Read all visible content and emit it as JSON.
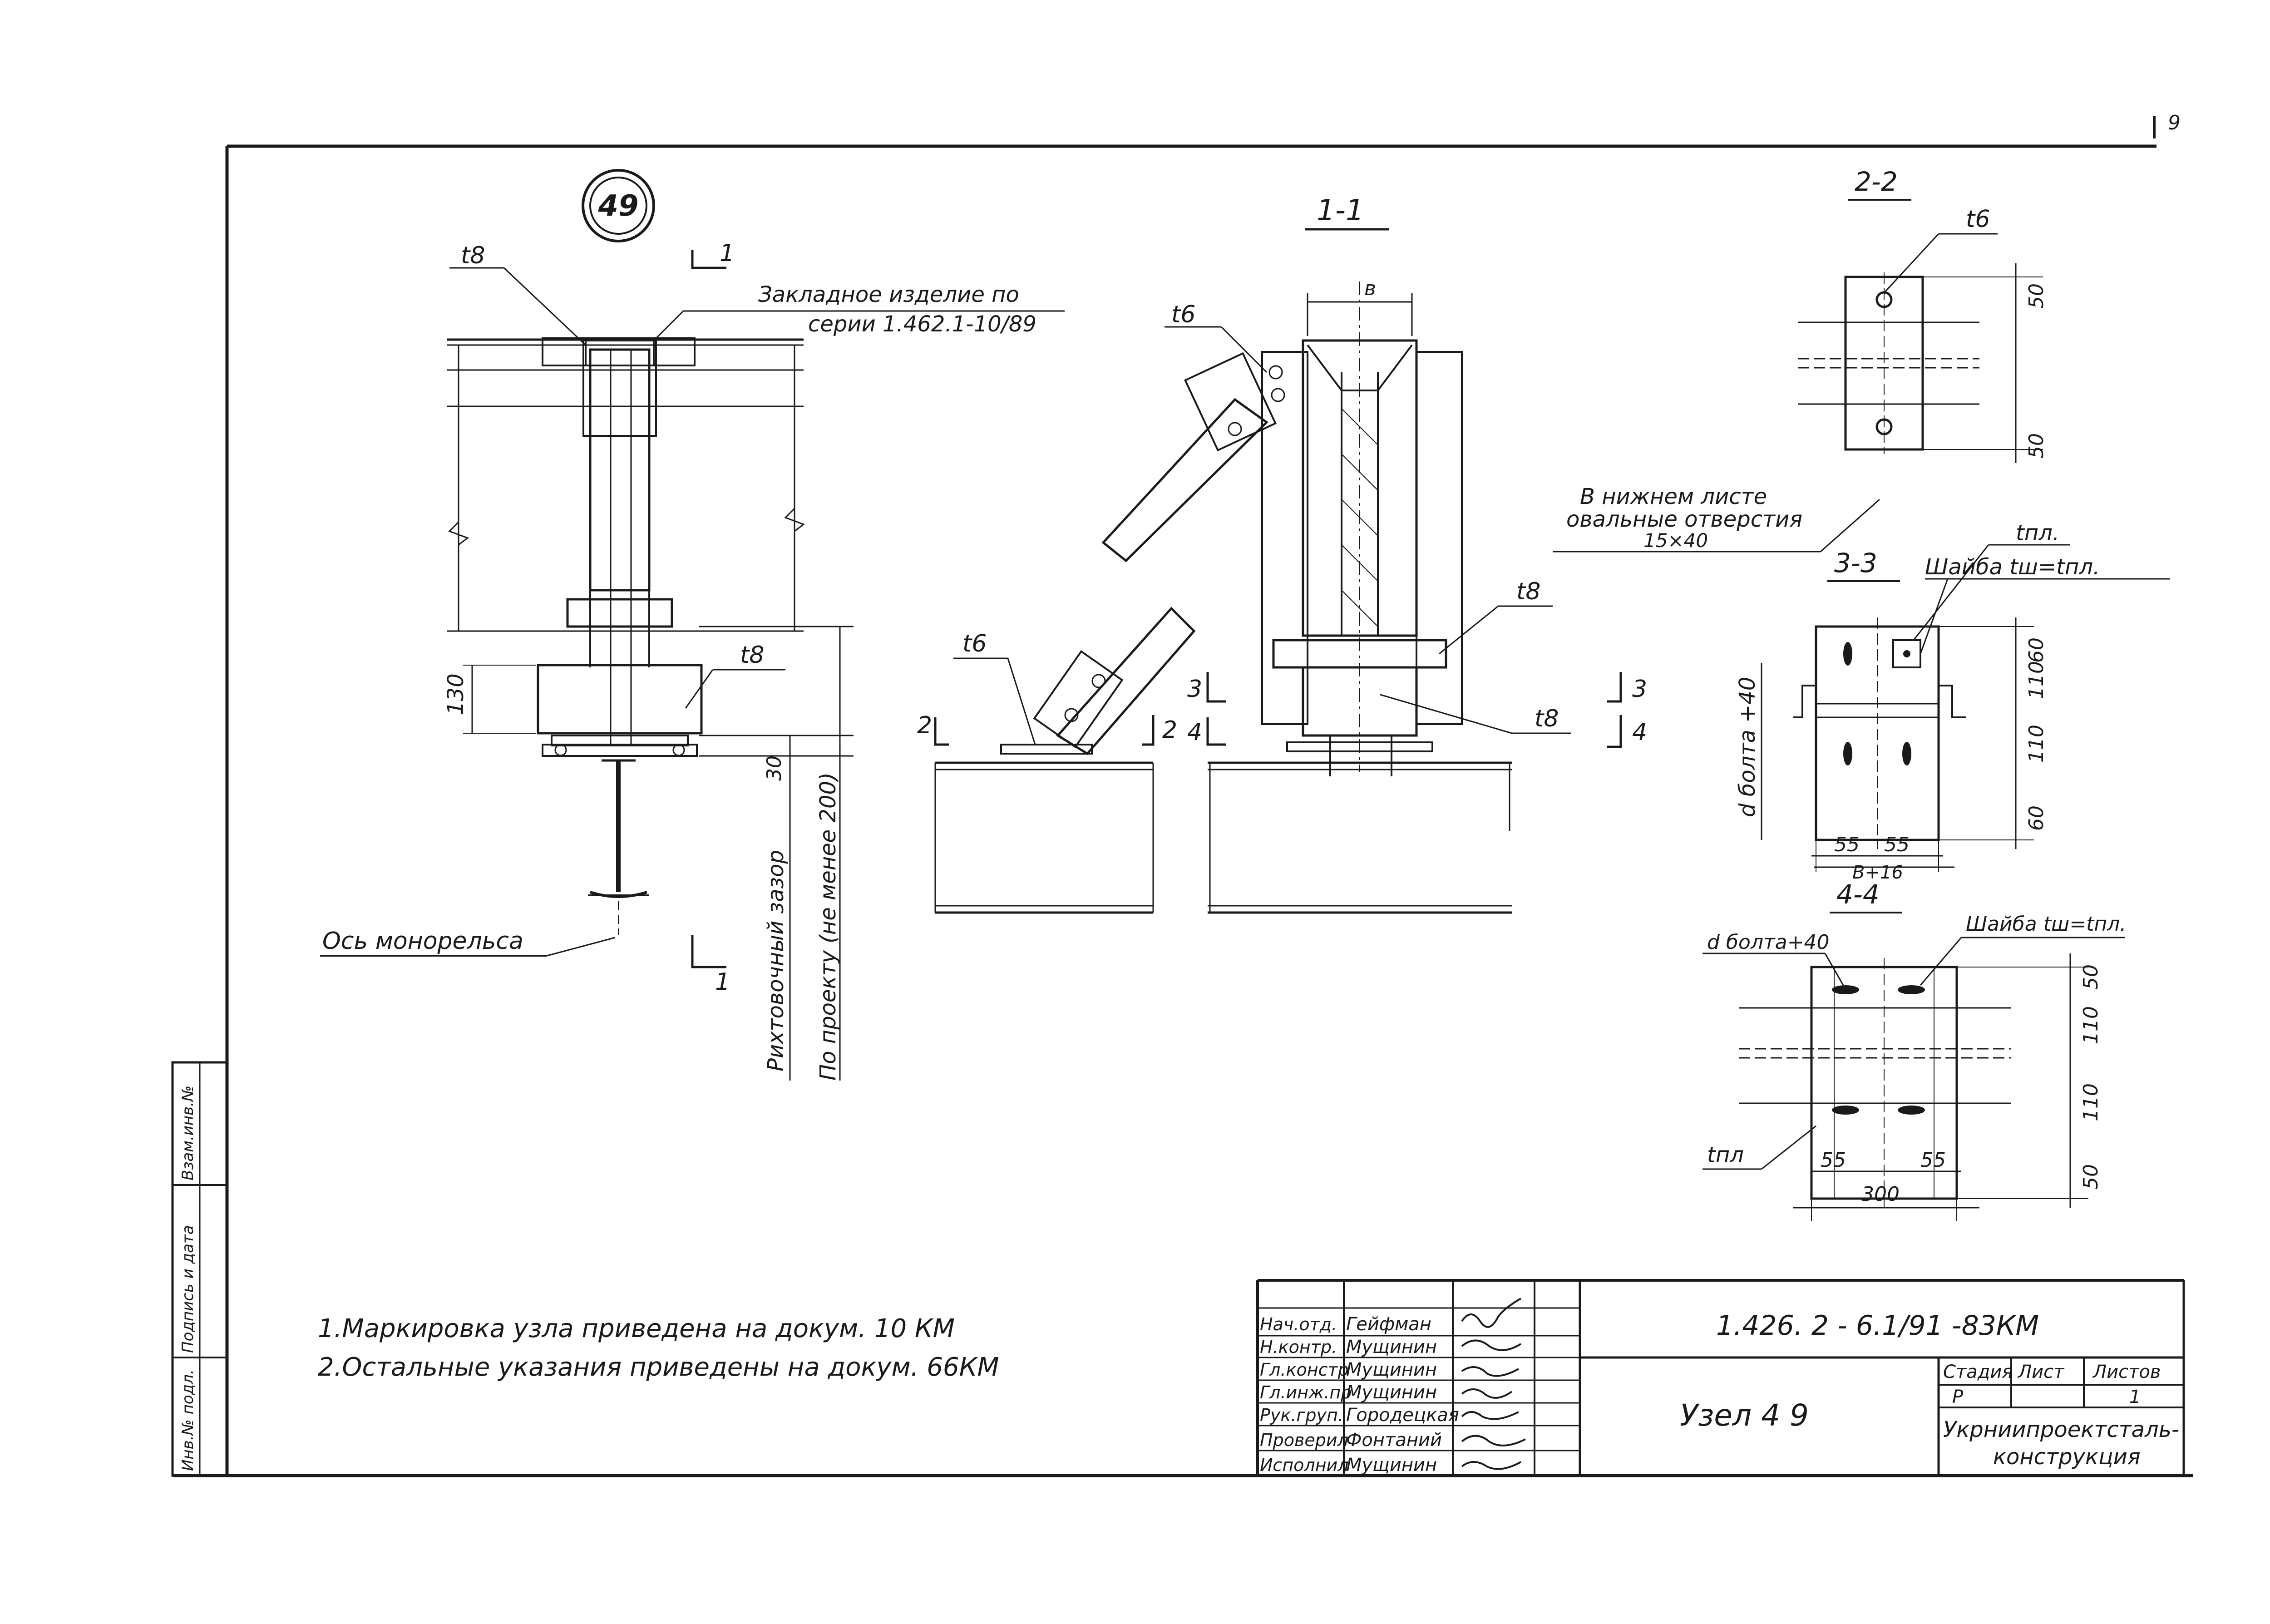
{
  "page_number": "9",
  "node_marker": "49",
  "left_view": {
    "t8_top": "t8",
    "t8_mid": "t8",
    "section_mark": "1",
    "embedded_label_1": "Закладное изделие по",
    "embedded_label_2": "серии  1.462.1-10/89",
    "dim_130": "130",
    "dim_30": "30",
    "gap_label": "Рихтовочный зазор",
    "project_label": "По проекту (не менее 200)",
    "axis_label": "Ось монорельса"
  },
  "section_1_1": {
    "title": "1-1",
    "t6_top": "t6",
    "t6_left": "t6",
    "t8_right": "t8",
    "t8_bottom": "t8",
    "b_label": "в",
    "mark_2": "2",
    "mark_3": "3",
    "mark_4": "4"
  },
  "section_2_2": {
    "title": "2-2",
    "t6": "t6",
    "dim_50": "50",
    "note_1": "В нижнем листе",
    "note_2": "овальные отверстия",
    "note_3": "15×40"
  },
  "section_3_3": {
    "title": "3-3",
    "tpl": "tпл.",
    "washer": "Шайба tш=tпл.",
    "bolt_label": "d болта +40",
    "dim_60": "60",
    "dim_110": "110",
    "dim_55": "55",
    "dim_b16": "В+16"
  },
  "section_4_4": {
    "title": "4-4",
    "bolt_label": "d болта+40",
    "washer": "Шайба tш=tпл.",
    "tpl": "tпл",
    "dim_50": "50",
    "dim_110": "110",
    "dim_55": "55",
    "dim_300": "300"
  },
  "notes": [
    "1.Маркировка узла приведена на докум. 10 КМ",
    "2.Остальные указания приведены на докум. 66КМ"
  ],
  "side_stamp": [
    "Инв.№ подл.",
    "Подпись и дата",
    "Взам.инв.№"
  ],
  "title_block": {
    "doc_code": "1.426. 2 - 6.1/91  -83КМ",
    "title": "Узел 4 9",
    "roles": [
      "Нач.отд.",
      "Н.контр.",
      "Гл.констр",
      "Гл.инж.пр",
      "Рук.груп.",
      "Проверил",
      "Исполнил"
    ],
    "names": [
      "Гейфман",
      "Мущинин",
      "Мущинин",
      "Мущинин",
      "Городецкая",
      "Фонтаний",
      "Мущинин"
    ],
    "stage_header": "Стадия",
    "sheet_header": "Лист",
    "sheets_header": "Листов",
    "stage_value": "Р",
    "sheets_value": "1",
    "org_1": "Укрниипроектсталь-",
    "org_2": "конструкция"
  }
}
